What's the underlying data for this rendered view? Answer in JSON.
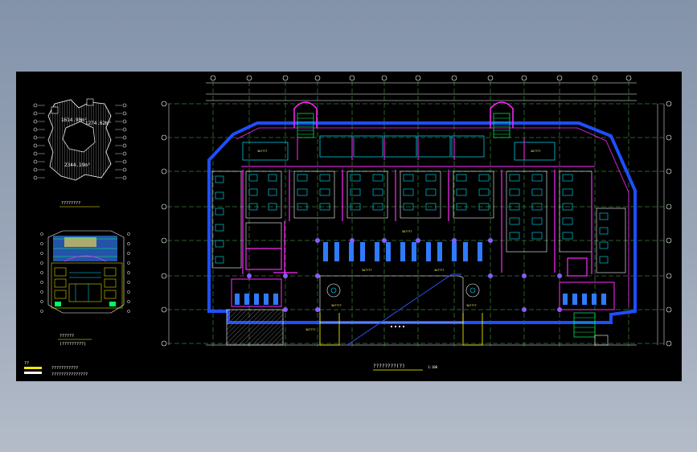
{
  "drawing": {
    "background": "#000000",
    "colors": {
      "wall": "#1e4fff",
      "grid": "#ffffff",
      "axis": "#ffffff",
      "room": "#00e5ff",
      "partition": "#ff2aff",
      "furniture": "#3aa0ff",
      "stair": "#00ff60",
      "text": "#ffff66",
      "dim": "#ffffff",
      "hatch": "#aaaaaa",
      "legend_swatch": "#ffe600",
      "diagonal": "#3050ff"
    },
    "main_plan": {
      "caption": "????????(?)",
      "scale": "1:100",
      "area_labels": [
        "3A????",
        "3A????",
        "3A????",
        "3A????",
        "3A????",
        "3A????",
        "3A????",
        "3A????"
      ]
    },
    "key_plan_top": {
      "labels": [
        "1614.90m²",
        "1274.62m²",
        "2344.19m²"
      ],
      "caption": "????????"
    },
    "key_plan_bottom": {
      "caption": "??????",
      "subcaption": "(?????????)"
    },
    "legend": {
      "items": [
        "??",
        "???????????",
        "???????????????"
      ]
    }
  }
}
